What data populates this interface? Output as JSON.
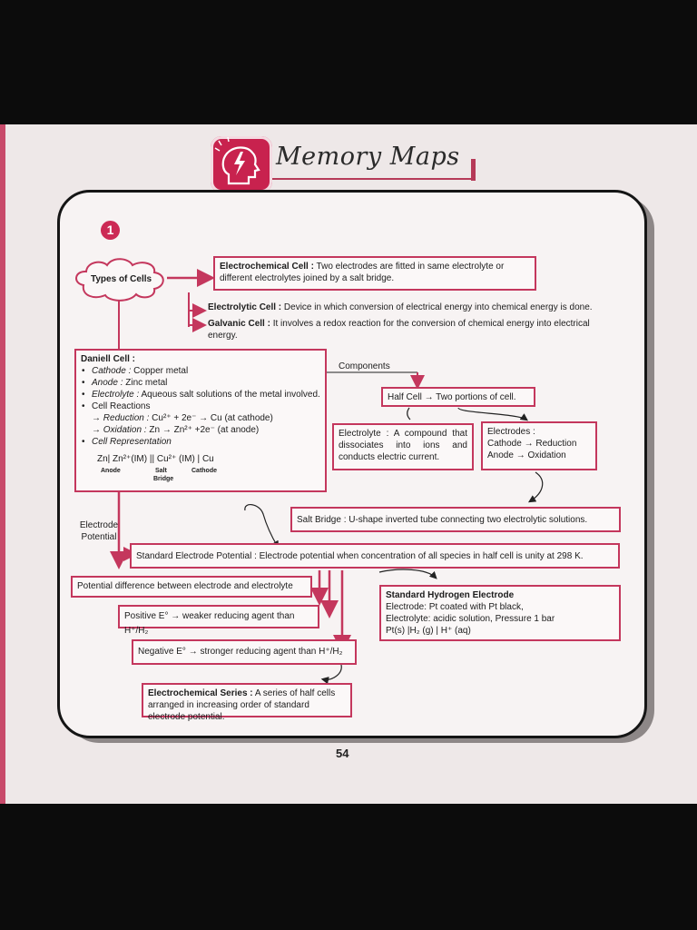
{
  "header": {
    "title": "Memory Maps",
    "logo_icon": "brain-lightning-icon",
    "accent_color": "#c8224e"
  },
  "map": {
    "number": "1",
    "types_of_cells": "Types of Cells",
    "electrochemical_cell": {
      "label": "Electrochemical Cell :",
      "text": "Two electrodes are fitted in same electrolyte or different electrolytes joined by a salt bridge."
    },
    "electrolytic_cell": {
      "label": "Electrolytic Cell :",
      "text": "Device in which conversion of electrical energy into chemical energy is done."
    },
    "galvanic_cell": {
      "label": "Galvanic Cell :",
      "text": "It involves a redox reaction for the conversion of chemical energy into electrical energy."
    },
    "daniell": {
      "title": "Daniell Cell :",
      "cathode_label": "Cathode :",
      "cathode_text": "Copper metal",
      "anode_label": "Anode :",
      "anode_text": "Zinc metal",
      "electrolyte_label": "Electrolyte :",
      "electrolyte_text": "Aqueous salt solutions of the metal involved.",
      "cell_reactions": "Cell Reactions",
      "reduction_label": "Reduction :",
      "reduction_text": "Cu²⁺ + 2e⁻ → Cu (at cathode)",
      "oxidation_label": "Oxidation :",
      "oxidation_text": "Zn → Zn²⁺ +2e⁻ (at anode)",
      "representation_label": "Cell Representation",
      "representation": "Zn| Zn²⁺(IM) || Cu²⁺ (IM) | Cu",
      "anode_caption": "Anode",
      "salt_caption": "Salt",
      "bridge_caption": "Bridge",
      "cathode_caption": "Cathode"
    },
    "components": "Components",
    "half_cell": "Half Cell → Two portions of cell.",
    "electrolyte_box": "Electrolyte : A compound that dissociates into ions and conducts electric current.",
    "electrodes_box": {
      "title": "Electrodes :",
      "line1": "Cathode → Reduction",
      "line2": "Anode → Oxidation"
    },
    "salt_bridge": "Salt Bridge : U-shape inverted tube connecting two electrolytic solutions.",
    "electrode_potential": "Electrode Potential",
    "standard_electrode_potential": "Standard Electrode Potential : Electrode potential when concentration of all species in half cell is unity at 298 K.",
    "potential_difference": "Potential difference between electrode and electrolyte",
    "positive_e": "Positive E° → weaker reducing agent than H⁺/H₂",
    "negative_e": "Negative E° → stronger reducing agent than H⁺/H₂",
    "she": {
      "title": "Standard Hydrogen Electrode",
      "line1": "Electrode: Pt coated with Pt black,",
      "line2": "Electrolyte: acidic solution, Pressure 1 bar",
      "line3": "Pt(s) |H₂ (g) | H⁺ (aq)"
    },
    "electrochemical_series": {
      "label": "Electrochemical Series :",
      "text": "A series of half cells arranged in increasing order of standard electrode potential."
    }
  },
  "page_number": "54"
}
